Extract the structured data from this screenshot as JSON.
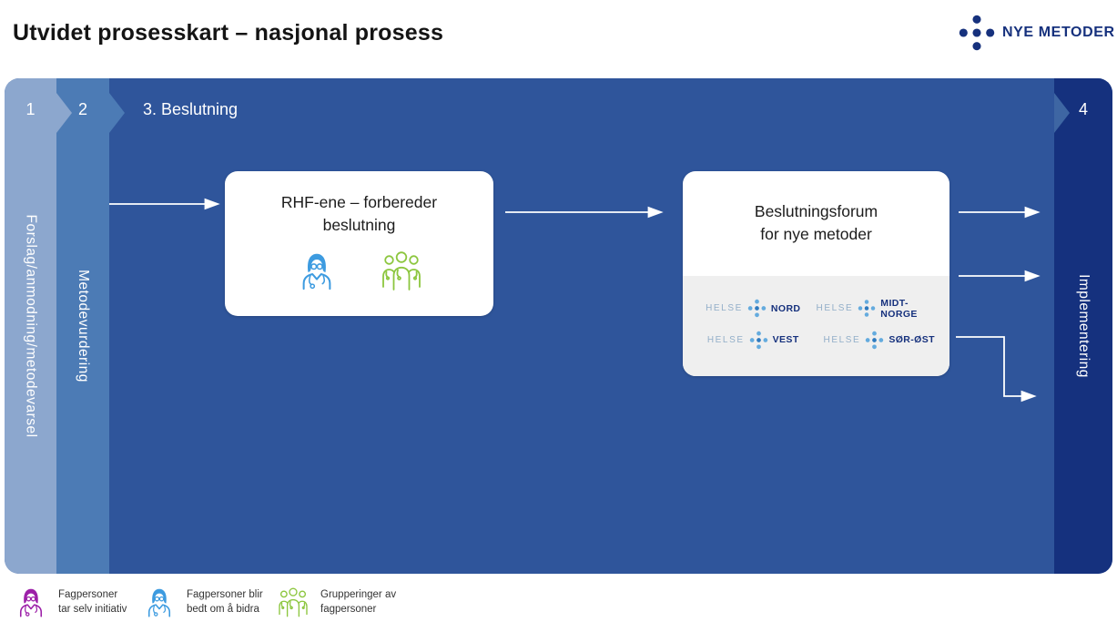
{
  "header": {
    "title": "Utvidet prosesskart – nasjonal prosess",
    "brand": "NYE METODER"
  },
  "stages": {
    "s1": {
      "number": "1",
      "label": "Forslag/anmodning/metodevarsel"
    },
    "s2": {
      "number": "2",
      "label": "Metodevurdering"
    },
    "s3": {
      "number": "3",
      "heading": "3. Beslutning"
    },
    "s4": {
      "number": "4",
      "label": "Implementering"
    }
  },
  "flow": {
    "rhf_box": {
      "line1": "RHF-ene – forbereder",
      "line2": "beslutning"
    },
    "forum_box": {
      "line1": "Beslutningsforum",
      "line2": "for nye metoder"
    },
    "forum_logos": [
      {
        "prefix": "HELSE",
        "region": "NORD",
        "dark_dots": "top"
      },
      {
        "prefix": "HELSE",
        "region": "MIDT-NORGE",
        "dark_dots": "center"
      },
      {
        "prefix": "HELSE",
        "region": "VEST",
        "dark_dots": "left"
      },
      {
        "prefix": "HELSE",
        "region": "SØR-ØST",
        "dark_dots": "right,bottom"
      }
    ]
  },
  "legend": [
    {
      "line1": "Fagpersoner",
      "line2": "tar selv initiativ",
      "icon": "doctor-purple-icon"
    },
    {
      "line1": "Fagpersoner blir",
      "line2": "bedt om å bidra",
      "icon": "doctor-blue-icon"
    },
    {
      "line1": "Grupperinger av",
      "line2": "fagpersoner",
      "icon": "group-green-icon"
    }
  ],
  "colors": {
    "stage1": "#8CA7CE",
    "stage2": "#4C7BB5",
    "stage3": "#2F559B",
    "stage4": "#15317E",
    "brand_navy": "#16317D",
    "logo_light_blue": "#64ABDE",
    "purple": "#9C1FA8",
    "blue": "#3D9BE0",
    "green": "#8CC63E",
    "panel_gray": "#EFEFEF"
  }
}
